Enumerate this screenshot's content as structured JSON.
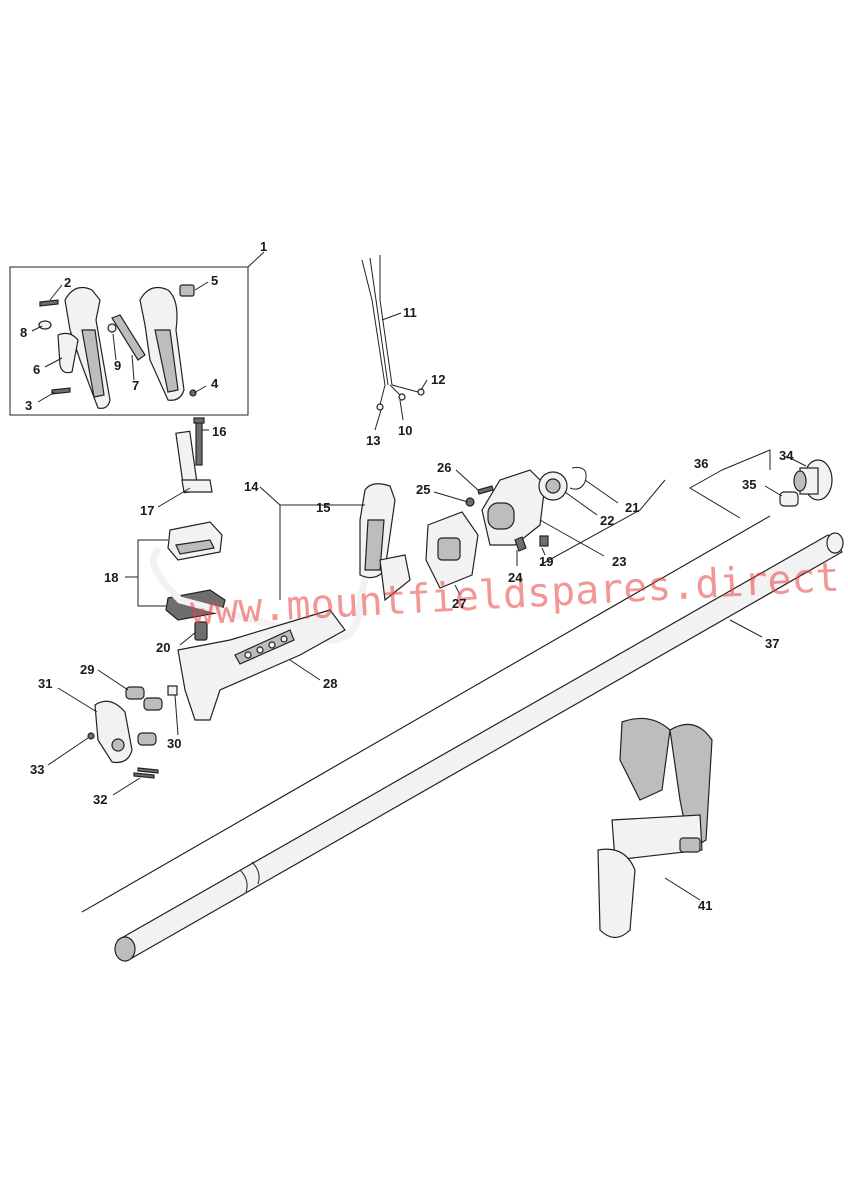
{
  "watermark": "www.mountfieldspares.direct",
  "callouts": {
    "c1": "1",
    "c2": "2",
    "c3": "3",
    "c4": "4",
    "c5": "5",
    "c6": "6",
    "c7": "7",
    "c8": "8",
    "c9": "9",
    "c10": "10",
    "c11": "11",
    "c12": "12",
    "c13": "13",
    "c14": "14",
    "c15": "15",
    "c16": "16",
    "c17": "17",
    "c18": "18",
    "c19": "19",
    "c20": "20",
    "c21": "21",
    "c22": "22",
    "c23": "23",
    "c24": "24",
    "c25": "25",
    "c26": "26",
    "c27": "27",
    "c28": "28",
    "c29": "29",
    "c30": "30",
    "c31": "31",
    "c32": "32",
    "c33": "33",
    "c34": "34",
    "c35": "35",
    "c36": "36",
    "c37": "37",
    "c41": "41"
  },
  "colors": {
    "line": "#222222",
    "watermark": "#e8403f",
    "fill_light": "#f2f2f2",
    "fill_mid": "#bdbdbd",
    "fill_dark": "#6e6e6e"
  }
}
